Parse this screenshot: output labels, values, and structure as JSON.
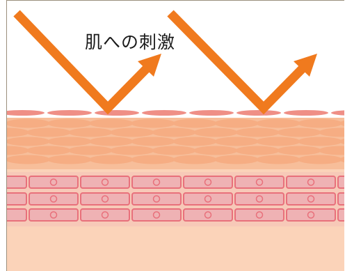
{
  "diagram": {
    "label": "肌への刺激",
    "colors": {
      "arrow": "#f07a1e",
      "surface_cells": "#ef8f86",
      "upper_layer_bg": "#f7be9a",
      "upper_layer_cells": "#f6ad83",
      "cell_row_bg": "#f7c9b8",
      "cell_fill": "#efb2b4",
      "cell_border": "#e8707b",
      "deep_layer": "#fbd3b9"
    },
    "arrows": [
      {
        "name": "left-stimulus-arrow"
      },
      {
        "name": "right-stimulus-arrow"
      }
    ]
  }
}
